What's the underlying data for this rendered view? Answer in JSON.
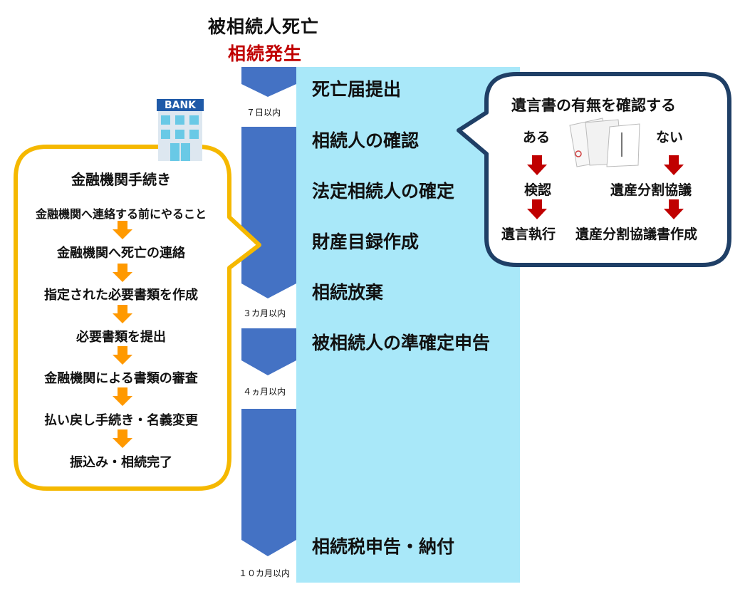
{
  "header": {
    "line1": "被相続人死亡",
    "line2": "相続発生"
  },
  "steps": [
    "死亡届提出",
    "相続人の確認",
    "法定相続人の確定",
    "財産目録作成",
    "相続放棄",
    "被相続人の準確定申告",
    "相続税申告・納付"
  ],
  "deadlines": [
    "７日以内",
    "３カ月以内",
    "４ヵ月以内",
    "１０カ月以内"
  ],
  "bank": {
    "sign": "BANK",
    "title": "金融機関手続き",
    "items": [
      "金融機関へ連絡する前にやること",
      "金融機関へ死亡の連絡",
      "指定された必要書類を作成",
      "必要書類を提出",
      "金融機関による書類の審査",
      "払い戻し手続き・名義変更",
      "振込み・相続完了"
    ]
  },
  "will": {
    "title": "遺言書の有無を確認する",
    "yes": "ある",
    "no": "ない",
    "yes_steps": [
      "検認",
      "遺言執行"
    ],
    "no_steps": [
      "遺産分割協議",
      "遺産分割協議書作成"
    ]
  },
  "colors": {
    "blue_arrow": "#4472c4",
    "cyan_band": "#a9e8f9",
    "gold_border": "#f5b800",
    "navy_border": "#1f3f66",
    "orange_arrow": "#ff9900",
    "red_arrow": "#c00000",
    "accent_red": "#c00000"
  }
}
